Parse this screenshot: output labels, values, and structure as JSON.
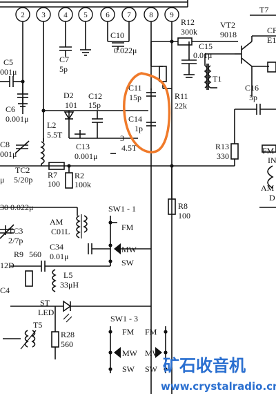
{
  "pins": [
    "2",
    "3",
    "4",
    "5",
    "6",
    "7",
    "8",
    "9"
  ],
  "top_right": {
    "t7": "T7"
  },
  "components": {
    "c10": {
      "name": "C10",
      "value": "0.022μ"
    },
    "r12": {
      "name": "R12",
      "value": "300k"
    },
    "vt2": {
      "name": "VT2",
      "value": "9018"
    },
    "ce_partial": "CF",
    "e1_partial": "E1",
    "c5": {
      "name": "C5",
      "value": "001μ"
    },
    "c7": {
      "name": "C7",
      "value": "5p"
    },
    "c15": {
      "name": "C15",
      "value": "0.01μ"
    },
    "c6": {
      "name": "C6",
      "value": "0.001μ"
    },
    "d2": {
      "name": "D2",
      "value": "101"
    },
    "c12": {
      "name": "C12",
      "value": "15p"
    },
    "c11": {
      "name": "C11",
      "value": "15p"
    },
    "r11": {
      "name": "R11",
      "value": "22k"
    },
    "t1": {
      "name": "T1"
    },
    "c16": {
      "name": "C16",
      "value": "5p"
    },
    "l2": {
      "name": "L2",
      "value": "5.5T"
    },
    "c14": {
      "name": "C14",
      "value": "1p"
    },
    "c8": {
      "name": "C8",
      "value": "001μ"
    },
    "c13": {
      "name": "C13",
      "value": "0.001μ"
    },
    "l3": {
      "name": "3",
      "value": "4.5T"
    },
    "r13": {
      "name": "R13",
      "value": "330"
    },
    "fm_partial": "FM",
    "in_partial": "IN",
    "tc2": {
      "name": "TC2",
      "value": "5/20p"
    },
    "r7": {
      "name": "R7",
      "value": "100"
    },
    "r2": {
      "name": "R2",
      "value": "100k"
    },
    "mu_partial": "μ",
    "am_partial": "AM",
    "d_partial": "D",
    "c_left": {
      "value": "30 0.022μ"
    },
    "sw1_1": {
      "name": "SW1 - 1"
    },
    "r8": {
      "name": "R8",
      "value": "100"
    },
    "tc3": {
      "name": "TC3",
      "value": "2/7p"
    },
    "am_coil": {
      "name": "AM",
      "value": "C01L"
    },
    "c34": {
      "name": "C34",
      "value": "0.01μ"
    },
    "r9": {
      "name": "R9",
      "value": "560"
    },
    "d12_partial": "12D",
    "c4_partial": "C4",
    "l5": {
      "name": "L5",
      "value": "33μH"
    },
    "st_led": {
      "name": "ST",
      "value": "LED"
    },
    "t5": {
      "name": "T5"
    },
    "r28": {
      "name": "R28",
      "value": "560"
    },
    "sw1_3": {
      "name": "SW1 - 3"
    }
  },
  "switch_labels": {
    "fm": "FM",
    "mw": "MW",
    "sw": "SW"
  },
  "watermark": {
    "title": "矿石收音机",
    "url": "www.crystalradio.cn"
  },
  "colors": {
    "highlight": "#f07a2a",
    "watermark": "#2a6fd0",
    "ink": "#111111"
  }
}
